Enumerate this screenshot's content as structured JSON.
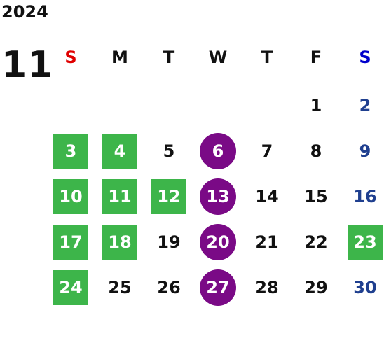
{
  "calendar": {
    "year": "2024",
    "month": "11",
    "weekdays": [
      {
        "label": "S",
        "color": "#e00000"
      },
      {
        "label": "M",
        "color": "#111111"
      },
      {
        "label": "T",
        "color": "#111111"
      },
      {
        "label": "W",
        "color": "#111111"
      },
      {
        "label": "T",
        "color": "#111111"
      },
      {
        "label": "F",
        "color": "#111111"
      },
      {
        "label": "S",
        "color": "#0000cc"
      }
    ],
    "colors": {
      "green_highlight": "#3db54a",
      "purple_highlight": "#7a0a86",
      "saturday_date": "#1f3f8f",
      "default_date": "#111111",
      "highlight_text": "#ffffff"
    },
    "weeks": [
      [
        {
          "day": "",
          "mark": "none"
        },
        {
          "day": "",
          "mark": "none"
        },
        {
          "day": "",
          "mark": "none"
        },
        {
          "day": "",
          "mark": "none"
        },
        {
          "day": "",
          "mark": "none"
        },
        {
          "day": "1",
          "mark": "none"
        },
        {
          "day": "2",
          "mark": "none"
        }
      ],
      [
        {
          "day": "3",
          "mark": "green"
        },
        {
          "day": "4",
          "mark": "green"
        },
        {
          "day": "5",
          "mark": "none"
        },
        {
          "day": "6",
          "mark": "purple"
        },
        {
          "day": "7",
          "mark": "none"
        },
        {
          "day": "8",
          "mark": "none"
        },
        {
          "day": "9",
          "mark": "none"
        }
      ],
      [
        {
          "day": "10",
          "mark": "green"
        },
        {
          "day": "11",
          "mark": "green"
        },
        {
          "day": "12",
          "mark": "green"
        },
        {
          "day": "13",
          "mark": "purple"
        },
        {
          "day": "14",
          "mark": "none"
        },
        {
          "day": "15",
          "mark": "none"
        },
        {
          "day": "16",
          "mark": "none"
        }
      ],
      [
        {
          "day": "17",
          "mark": "green"
        },
        {
          "day": "18",
          "mark": "green"
        },
        {
          "day": "19",
          "mark": "none"
        },
        {
          "day": "20",
          "mark": "purple"
        },
        {
          "day": "21",
          "mark": "none"
        },
        {
          "day": "22",
          "mark": "none"
        },
        {
          "day": "23",
          "mark": "green"
        }
      ],
      [
        {
          "day": "24",
          "mark": "green"
        },
        {
          "day": "25",
          "mark": "none"
        },
        {
          "day": "26",
          "mark": "none"
        },
        {
          "day": "27",
          "mark": "purple"
        },
        {
          "day": "28",
          "mark": "none"
        },
        {
          "day": "29",
          "mark": "none"
        },
        {
          "day": "30",
          "mark": "none"
        }
      ]
    ]
  }
}
